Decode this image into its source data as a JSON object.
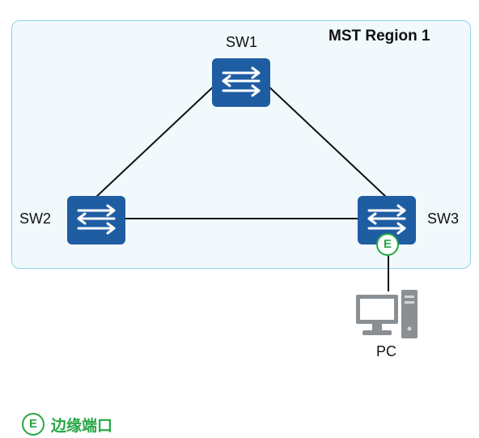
{
  "region": {
    "title": "MST Region 1"
  },
  "switches": {
    "sw1": {
      "label": "SW1"
    },
    "sw2": {
      "label": "SW2"
    },
    "sw3": {
      "label": "SW3"
    }
  },
  "pc": {
    "label": "PC"
  },
  "edge_port": {
    "badge": "E"
  },
  "legend": {
    "badge": "E",
    "text": "边缘端口"
  },
  "colors": {
    "switch": "#1f5da3",
    "edge_port": "#27a745",
    "region_fill": "#f1f9fc",
    "region_border": "#8fd3ea"
  }
}
